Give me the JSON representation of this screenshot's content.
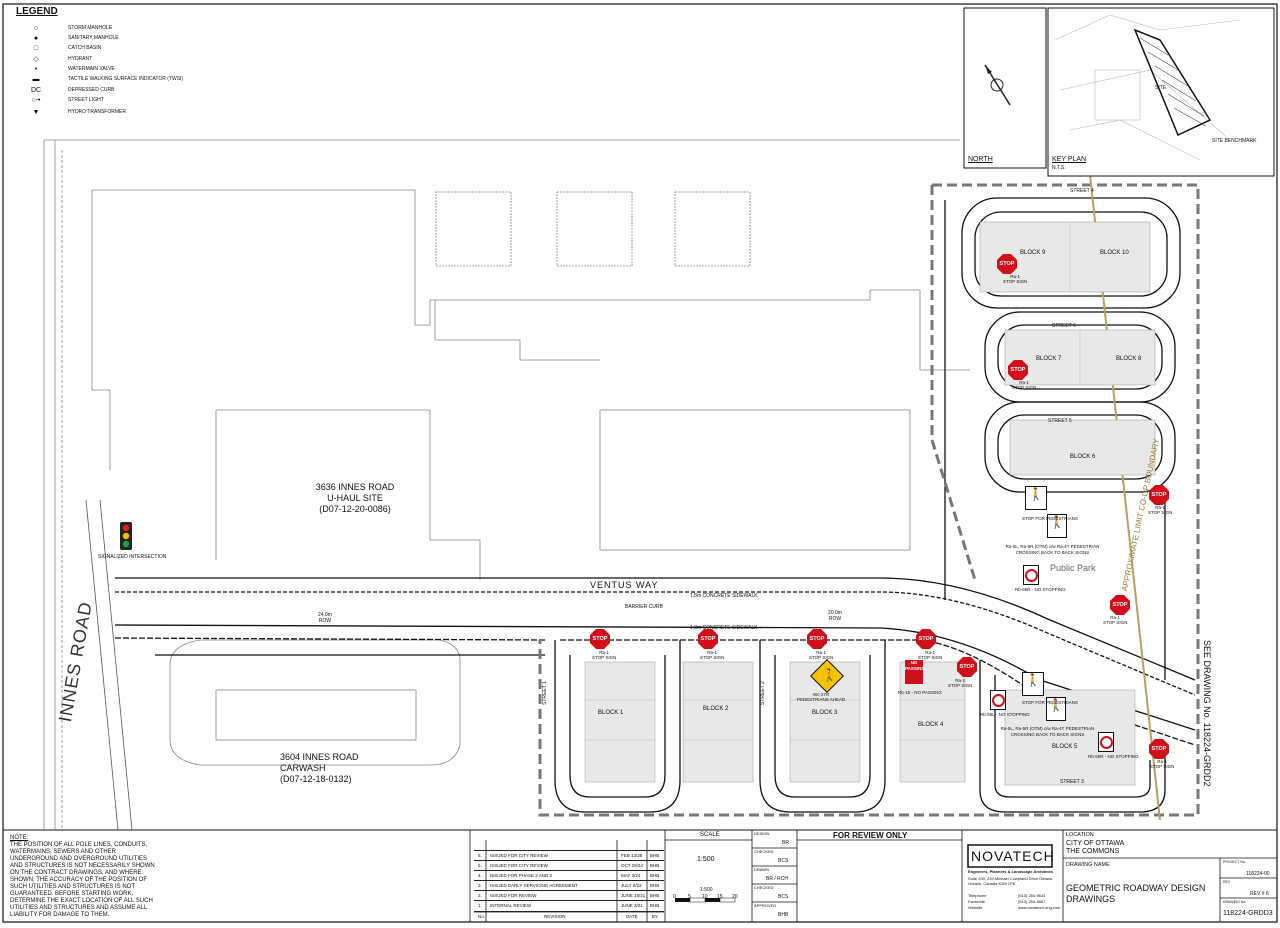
{
  "legend": {
    "title": "LEGEND",
    "items": [
      {
        "symbol": "○",
        "label": "STORM MANHOLE"
      },
      {
        "symbol": "●",
        "label": "SANITARY MANHOLE"
      },
      {
        "symbol": "□",
        "label": "CATCH BASIN"
      },
      {
        "symbol": "◇",
        "label": "HYDRANT"
      },
      {
        "symbol": "•",
        "label": "WATERMAIN VALVE"
      },
      {
        "symbol": "▬",
        "label": "TACTILE WALKING SURFACE INDICATOR (TWSI)"
      },
      {
        "symbol": "DC",
        "label": "DEPRESSED CURB"
      },
      {
        "symbol": "○-•",
        "label": "STREET LIGHT"
      },
      {
        "symbol": "▼",
        "label": "HYDRO TRANSFORMER"
      }
    ]
  },
  "north_panel": {
    "label": "NORTH"
  },
  "key_plan": {
    "label": "KEY PLAN",
    "scale": "N.T.S.",
    "site": "SITE",
    "benchmark": "SITE BENCHMARK"
  },
  "sites": {
    "uhaul": {
      "line1": "3636 INNES ROAD",
      "line2": "U-HAUL SITE",
      "line3": "(D07-12-20-0086)"
    },
    "carwash": {
      "line1": "3604 INNES ROAD",
      "line2": "CARWASH",
      "line3": "(D07-12-18-0132)"
    }
  },
  "roads": {
    "innes": "INNES ROAD",
    "ventus": "VENTUS WAY",
    "signalized": "SIGNALIZED INTERSECTION",
    "barrier_curb": "BARRIER CURB",
    "sidewalk_north": "1.8m CONCRETE SIDEWALK",
    "sidewalk_south": "1.8m CONCRETE SIDEWALK",
    "row1": "24.0m ROW",
    "row2": "20.0m ROW",
    "street1": "STREET 1",
    "street2": "STREET 2",
    "street3": "STREET 3",
    "street4": "STREET 4",
    "street5": "STREET 5",
    "street6": "STREET 6",
    "public_park": "Public Park",
    "boundary": "APPROXIMATE LIMIT CO-OP BOUNDARY",
    "see_drawing": "SEE DRAWING No. 118224-GRDD2"
  },
  "blocks": [
    "BLOCK 1",
    "BLOCK 2",
    "BLOCK 3",
    "BLOCK 4",
    "BLOCK 5",
    "BLOCK 6",
    "BLOCK 7",
    "BLOCK 8",
    "BLOCK 9",
    "BLOCK 10"
  ],
  "signs": {
    "stop": "STOP",
    "stop_code": "Ra-1",
    "stop_text": "STOP SIGN",
    "no_passing": "NO PASSING",
    "no_passing_code": "Rb-15 - NO PASSING",
    "no_stopping": "Rb-55L - NO STOPPING",
    "no_stopping_r": "Rb-55R - NO STOPPING",
    "ped_ahead_code": "Wc-27R",
    "ped_ahead": "PEDESTRIANS AHEAD",
    "ped_crossing": "Ra-5L, Ra-5R (OTM) c/w Ra-4T PEDESTRIAN CROSSING BACK TO BACK SIGNS",
    "stop_for_ped": "STOP FOR PEDESTRIANS"
  },
  "note": {
    "title": "NOTE:",
    "text": "THE POSITION OF ALL POLE LINES, CONDUITS, WATERMAINS, SEWERS AND OTHER UNDERGROUND AND OVERGROUND UTILITIES AND STRUCTURES IS NOT NECESSARILY SHOWN ON THE CONTRACT DRAWINGS, AND WHERE SHOWN, THE ACCURACY OF THE POSITION OF SUCH UTILITIES AND STRUCTURES IS NOT GUARANTEED. BEFORE STARTING WORK, DETERMINE THE EXACT LOCATION OF ALL SUCH UTILITIES AND STRUCTURES AND ASSUME ALL LIABILITY FOR DAMAGE TO THEM."
  },
  "revisions": [
    {
      "no": "6.",
      "desc": "ISSUED FOR CITY REVIEW",
      "date": "FEB 13/25",
      "by": "BHB"
    },
    {
      "no": "5.",
      "desc": "ISSUED FOR CITY REVIEW",
      "date": "OCT 29/24",
      "by": "BHB"
    },
    {
      "no": "4.",
      "desc": "ISSUED FOR PHASE 2 AND 3",
      "date": "MAY 3/24",
      "by": "BHB"
    },
    {
      "no": "3.",
      "desc": "ISSUED EARLY SERVICING AGREEMENT",
      "date": "JULY 5/22",
      "by": "BHB"
    },
    {
      "no": "2.",
      "desc": "ISSUED FOR REVIEW",
      "date": "JUNE 15/21",
      "by": "BHB"
    },
    {
      "no": "1.",
      "desc": "INTERNAL REVIEW",
      "date": "JUNE 3/21",
      "by": "BHB"
    }
  ],
  "revision_headers": {
    "no": "No.",
    "desc": "REVISION",
    "date": "DATE",
    "by": "BY"
  },
  "scale": {
    "label": "SCALE",
    "value": "1:500",
    "bar_value": "1:500",
    "ticks": [
      "0",
      "5",
      "10",
      "15",
      "20"
    ]
  },
  "design": {
    "designed_label": "DESIGN",
    "designed": "BR",
    "checked_label": "CHECKED",
    "checked": "BCS",
    "drawn_label": "DRAWN",
    "drawn": "BR / RCH",
    "checked2_label": "CHECKED",
    "checked2": "BCS",
    "approved_label": "APPROVED",
    "approved": "BHB"
  },
  "review_stamp": "FOR REVIEW ONLY",
  "company": {
    "name": "NOVATECH",
    "tagline": "Engineers, Planners & Landscape Architects",
    "address": "Suite 200, 240 Michael Cowpland Drive Ottawa, Ontario, Canada K2M 1P6",
    "telephone_label": "Telephone",
    "telephone": "(613) 254-9643",
    "facsimile_label": "Facsimile",
    "facsimile": "(613) 254-5867",
    "website_label": "Website",
    "website": "www.novatech-eng.com"
  },
  "location": {
    "label": "LOCATION",
    "city": "CITY OF OTTAWA",
    "project": "THE COMMONS"
  },
  "drawing": {
    "label": "DRAWING NAME",
    "name_line1": "GEOMETRIC ROADWAY DESIGN",
    "name_line2": "DRAWINGS"
  },
  "project_no": {
    "label": "PROJECT No.",
    "value": "118224-00",
    "rev_label": "REV",
    "rev": "REV # 6",
    "dwg_label": "DRAWING No.",
    "dwg": "118224-GRDD3"
  },
  "colors": {
    "stop": "#d10f1a",
    "boundary": "#b8a060",
    "warning": "#f5c400",
    "road": "#111111"
  }
}
